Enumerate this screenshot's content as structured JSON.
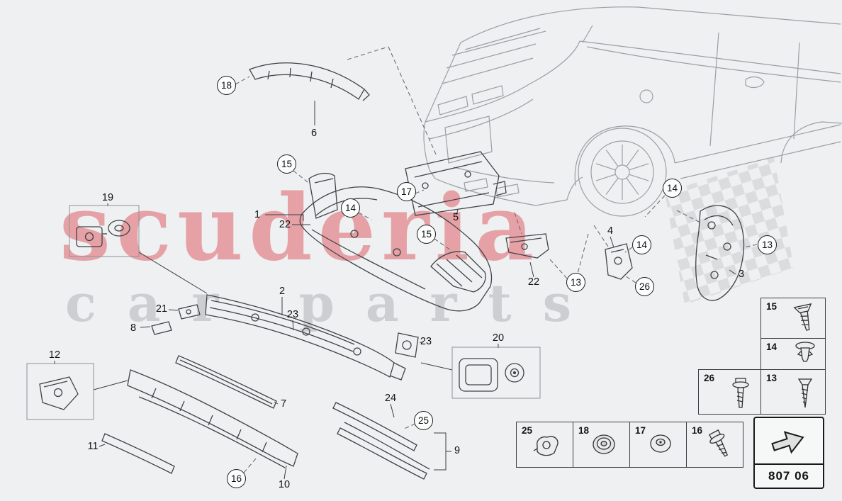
{
  "watermark": {
    "line1": "scuderia",
    "line2": "car parts"
  },
  "diagram": {
    "code": "807 06",
    "callouts": {
      "c18": "18",
      "c15a": "15",
      "c14a": "14",
      "c17": "17",
      "c15b": "15",
      "c13a": "13",
      "c14b": "14",
      "c26": "26",
      "c14c": "14",
      "c13b": "13",
      "c25": "25",
      "c16": "16"
    },
    "part_labels": {
      "l1": "1",
      "l2": "2",
      "l3": "3",
      "l4": "4",
      "l5": "5",
      "l6": "6",
      "l7": "7",
      "l8": "8",
      "l9": "9",
      "l10": "10",
      "l11": "11",
      "l12": "12",
      "l19": "19",
      "l20": "20",
      "l21": "21",
      "l22a": "22",
      "l22b": "22",
      "l23a": "23",
      "l23b": "23",
      "l24": "24"
    }
  },
  "legend_right": {
    "cells": {
      "r15": "15",
      "r14": "14",
      "r26": "26",
      "r13": "13"
    }
  },
  "legend_bottom": {
    "cells": {
      "b25": "25",
      "b18": "18",
      "b17": "17",
      "b16": "16"
    }
  },
  "icons": {
    "i15": "countersunk-screw-icon",
    "i14": "expanding-rivet-icon",
    "i26": "pan-head-screw-icon",
    "i13": "self-tapping-screw-icon",
    "i25": "spring-clip-icon",
    "i18": "grommet-icon",
    "i17": "push-nut-icon",
    "i16": "flanged-bolt-icon",
    "badge": "arrow-icon"
  },
  "colors": {
    "background": "#eef0f1",
    "watermark_red": "#d62a38",
    "watermark_gray": "#9aa2a6",
    "line_dark": "#3f4447",
    "line_light": "#9aa0a4"
  }
}
